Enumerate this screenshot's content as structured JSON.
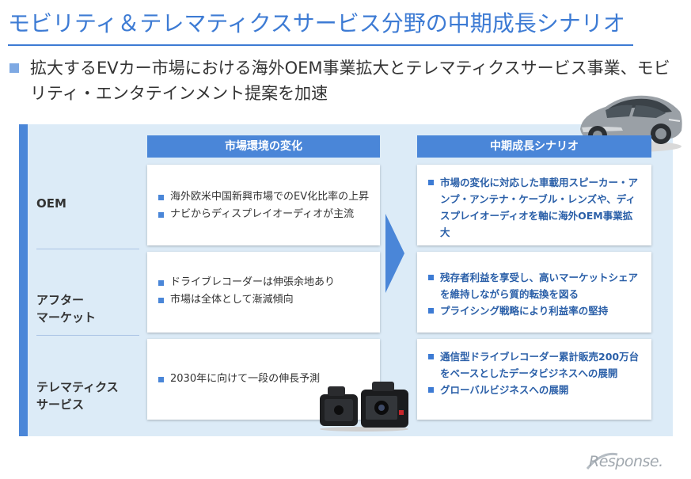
{
  "title": "モビリティ＆テレマティクスサービス分野の中期成長シナリオ",
  "lead": "拡大するEVカー市場における海外OEM事業拡大とテレマティクスサービス事業、モビリティ・エンタテインメント提案を加速",
  "columns": {
    "market": "市場環境の変化",
    "scenario": "中期成長シナリオ"
  },
  "rows": [
    {
      "label": "OEM",
      "market": [
        "海外欧米中国新興市場でのEV化比率の上昇",
        "ナビからディスプレイオーディオが主流"
      ],
      "scenario": [
        "市場の変化に対応した車載用スピーカー・アンプ・アンテナ・ケーブル・レンズや、ディスプレイオーディオを軸に海外OEM事業拡大"
      ]
    },
    {
      "label": "アフター\nマーケット",
      "market": [
        "ドライブレコーダーは伸張余地あり",
        "市場は全体として漸減傾向"
      ],
      "scenario": [
        "残存者利益を享受し、高いマーケットシェアを維持しながら質的転換を図る",
        "プライシング戦略により利益率の堅持"
      ]
    },
    {
      "label": "テレマティクス\nサービス",
      "market": [
        "2030年に向けて一段の伸長予測"
      ],
      "scenario": [
        "通信型ドライブレコーダー累計販売200万台をベースとしたデータビジネスへの展開",
        "グローバルビジネスへの展開"
      ]
    }
  ],
  "logo": "Response.",
  "colors": {
    "accent": "#3d7bd4",
    "header_bg": "#4a86d8",
    "panel_bg": "#dcebf7",
    "scenario_text": "#2a5fa8"
  },
  "icons": [
    "electric-car-image",
    "dashcam-image",
    "right-arrow-icon",
    "bullet-square-icon"
  ]
}
